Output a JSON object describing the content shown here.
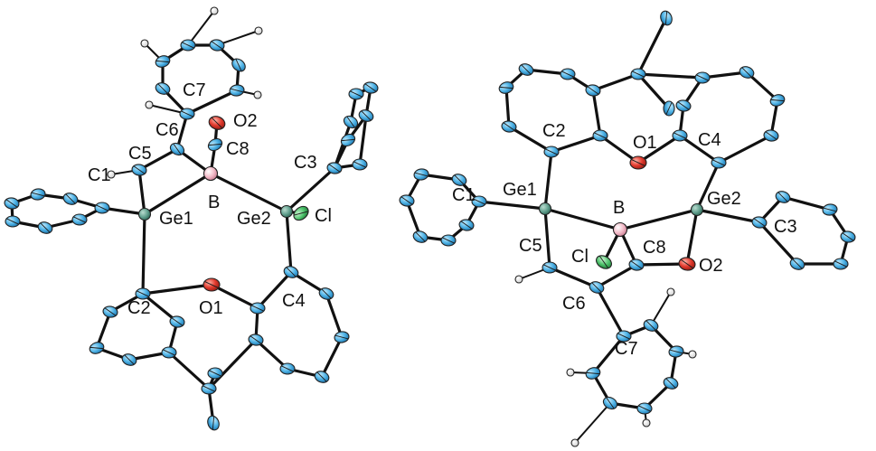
{
  "colors": {
    "carbon": "#4fb3e6",
    "germanium": "#5f9e8c",
    "boron": "#f2b8c6",
    "oxygen": "#e23b2e",
    "chlorine": "#4cc16a",
    "hydrogen": "#ffffff",
    "bond": "#111111"
  },
  "left_molecule": {
    "labels": {
      "C1": "C1",
      "C2": "C2",
      "C3": "C3",
      "C4": "C4",
      "C5": "C5",
      "C6": "C6",
      "C7": "C7",
      "C8": "C8",
      "O1": "O1",
      "O2": "O2",
      "B": "B",
      "Ge1": "Ge1",
      "Ge2": "Ge2",
      "Cl": "Cl"
    }
  },
  "right_molecule": {
    "labels": {
      "C1": "C1",
      "C2": "C2",
      "C3": "C3",
      "C4": "C4",
      "C5": "C5",
      "C6": "C6",
      "C7": "C7",
      "C8": "C8",
      "O1": "O1",
      "O2": "O2",
      "B": "B",
      "Ge1": "Ge1",
      "Ge2": "Ge2",
      "Cl": "Cl"
    }
  }
}
